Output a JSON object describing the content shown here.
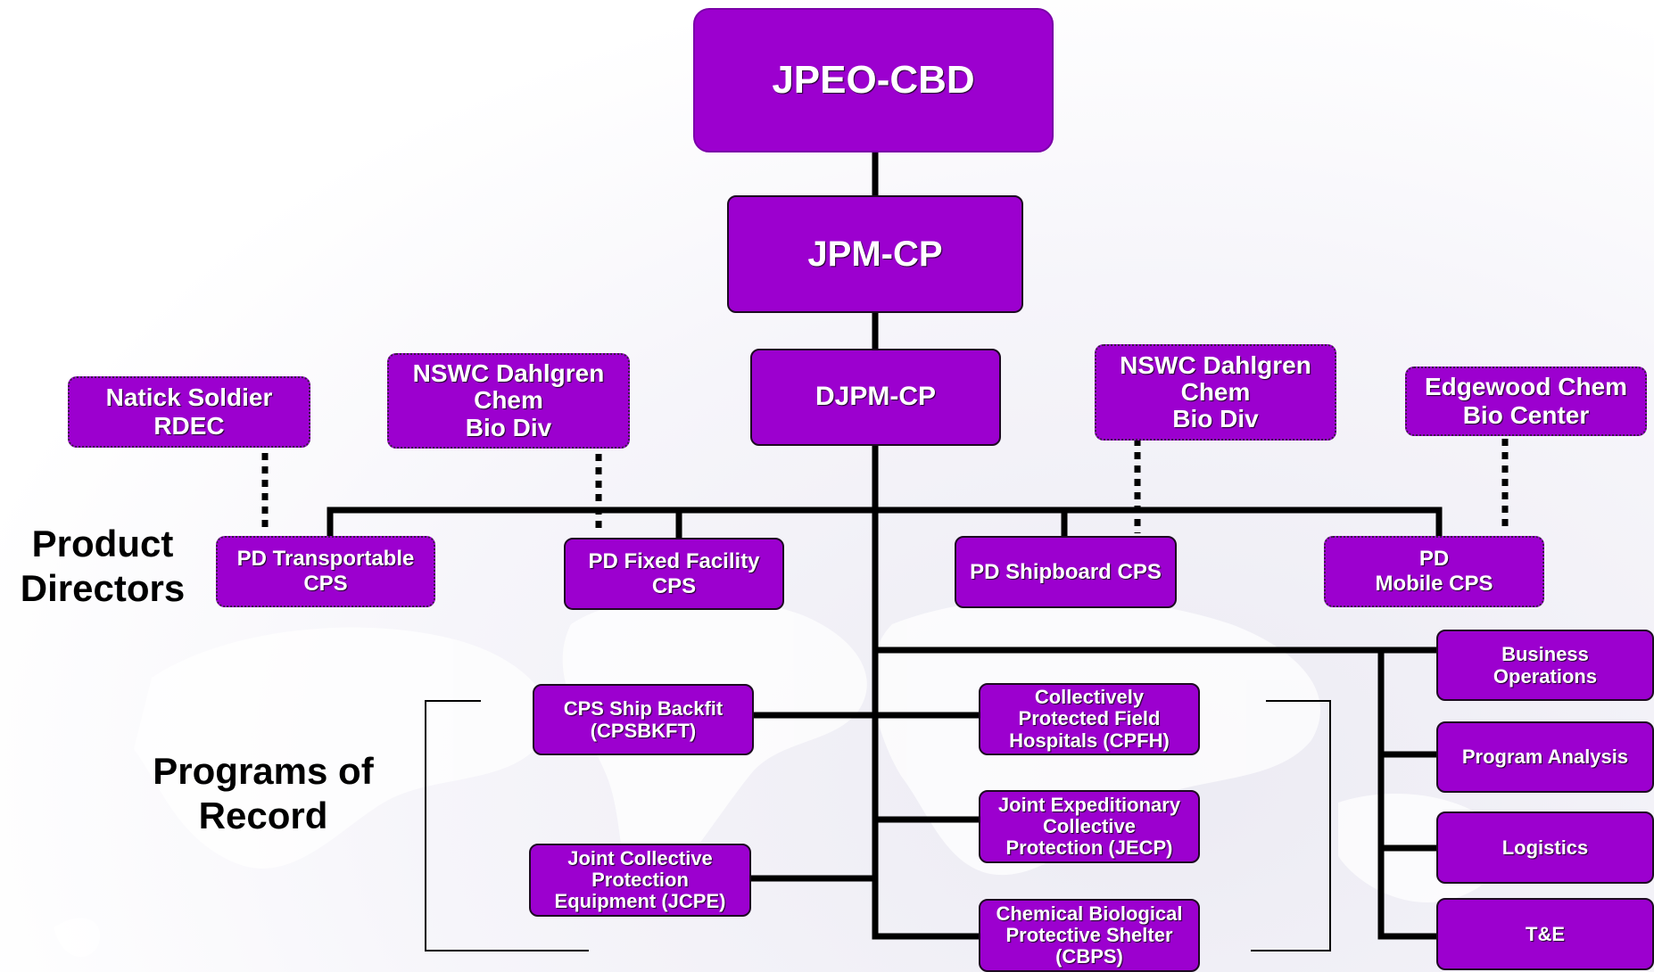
{
  "colors": {
    "box_fill": "#9c00cf",
    "box_text": "#ffffff",
    "line": "#000000"
  },
  "top": {
    "jpeo": "JPEO-CBD",
    "jpm": "JPM-CP",
    "djpm": "DJPM-CP"
  },
  "labs": {
    "natick": "Natick Soldier\nRDEC",
    "nswc_left": "NSWC Dahlgren\nChem\nBio Div",
    "nswc_right": "NSWC Dahlgren\nChem\nBio Div",
    "edgewood": "Edgewood Chem\nBio Center"
  },
  "product_directors": {
    "label": "Product\nDirectors",
    "transportable": "PD Transportable\nCPS",
    "fixed": "PD Fixed Facility\nCPS",
    "shipboard": "PD Shipboard CPS",
    "mobile": "PD\nMobile CPS"
  },
  "programs": {
    "label": "Programs of\nRecord",
    "cpsbkft": "CPS Ship Backfit\n(CPSBKFT)",
    "jcpe": "Joint Collective\nProtection\nEquipment (JCPE)",
    "cpfh": "Collectively\nProtected Field\nHospitals (CPFH)",
    "jecp": "Joint Expeditionary\nCollective\nProtection (JECP)",
    "cbps": "Chemical Biological\nProtective Shelter\n(CBPS)"
  },
  "staff": {
    "business": "Business\nOperations",
    "program_analysis": "Program Analysis",
    "logistics": "Logistics",
    "te": "T&E"
  }
}
